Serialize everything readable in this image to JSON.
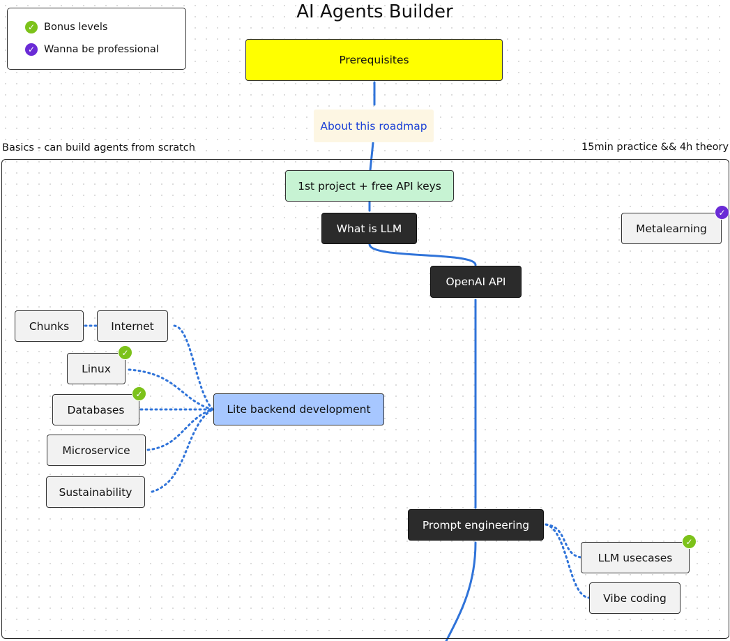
{
  "title": "AI Agents Builder",
  "legend": {
    "items": [
      {
        "label": "Bonus levels",
        "icon": "check-circle-icon",
        "color": "#7cc21a"
      },
      {
        "label": "Wanna be professional",
        "icon": "check-circle-icon",
        "color": "#6a2bd6"
      }
    ]
  },
  "section": {
    "label": "Basics - can build agents from scratch",
    "time_label": "15min practice && 4h theory"
  },
  "nodes": {
    "prerequisites": "Prerequisites",
    "about": "About this roadmap",
    "first_project": "1st project + free API keys",
    "what_is_llm": "What is LLM",
    "metalearning": "Metalearning",
    "openai_api": "OpenAI API",
    "chunks": "Chunks",
    "internet": "Internet",
    "linux": "Linux",
    "databases": "Databases",
    "microservice": "Microservice",
    "sustainability": "Sustainability",
    "lite_backend": "Lite backend development",
    "prompt_engineering": "Prompt engineering",
    "llm_usecases": "LLM usecases",
    "vibe_coding": "Vibe coding"
  },
  "colors": {
    "edge_solid": "#2f73d9",
    "edge_dotted": "#2f73d9",
    "bonus": "#7cc21a",
    "professional": "#6a2bd6",
    "prerequisites_bg": "#ffff00",
    "first_project_bg": "#c7f3d3",
    "lite_backend_bg": "#a7c7ff",
    "about_link": "#1a3fd6"
  }
}
